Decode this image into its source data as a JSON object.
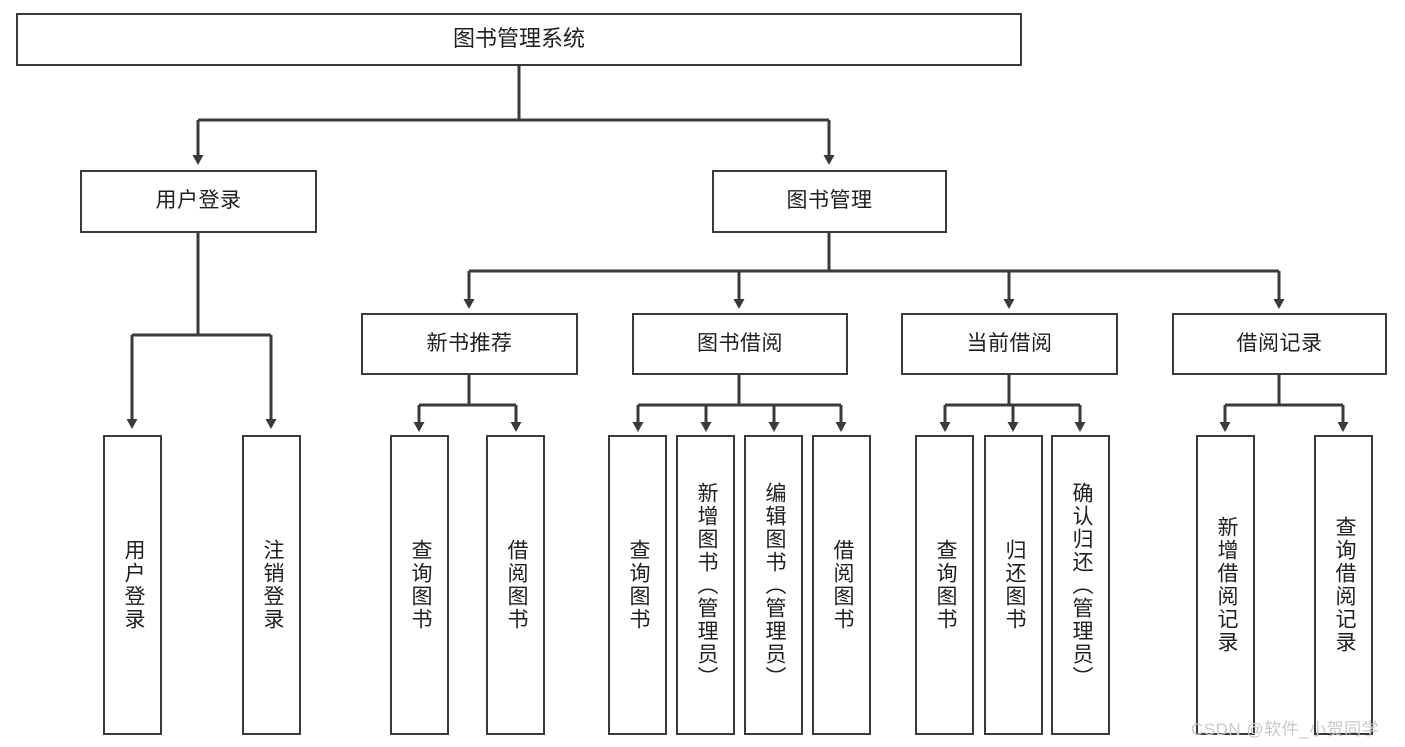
{
  "diagram": {
    "title": "图书管理系统",
    "type": "tree-hierarchy-chart",
    "root": {
      "label": "图书管理系统"
    },
    "level1": [
      {
        "label": "用户登录"
      },
      {
        "label": "图书管理"
      }
    ],
    "level2": [
      {
        "label": "新书推荐"
      },
      {
        "label": "图书借阅"
      },
      {
        "label": "当前借阅"
      },
      {
        "label": "借阅记录"
      }
    ],
    "leaves": {
      "user_login": [
        {
          "label": "用户登录"
        },
        {
          "label": "注销登录"
        }
      ],
      "new_book_recommend": [
        {
          "label": "查询图书"
        },
        {
          "label": "借阅图书"
        }
      ],
      "book_borrow": [
        {
          "label": "查询图书"
        },
        {
          "label": "新增图书（管理员）"
        },
        {
          "label": "编辑图书（管理员）"
        },
        {
          "label": "借阅图书"
        }
      ],
      "current_borrow": [
        {
          "label": "查询图书"
        },
        {
          "label": "归还图书"
        },
        {
          "label": "确认归还（管理员）"
        }
      ],
      "borrow_record": [
        {
          "label": "新增借阅记录"
        },
        {
          "label": "查询借阅记录"
        }
      ]
    }
  },
  "watermark": {
    "text": "CSDN @软件_小贺同学"
  },
  "colors": {
    "stroke": "#3a3a3a",
    "text": "#1f1f1f",
    "background": "#ffffff",
    "watermark": "#c9c9c9"
  }
}
